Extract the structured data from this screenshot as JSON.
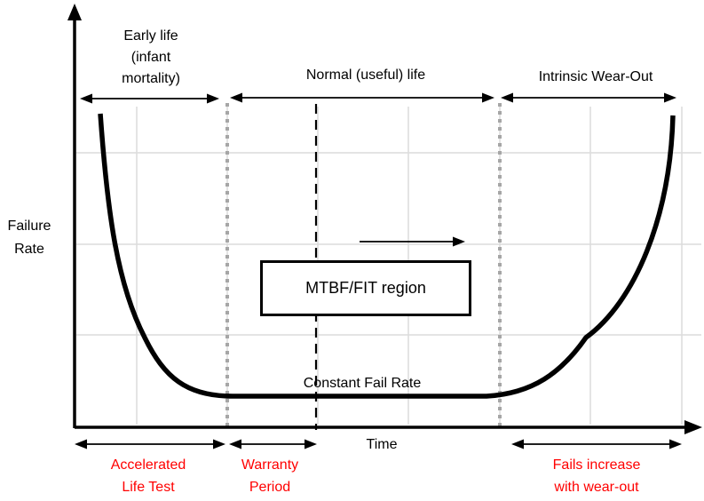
{
  "title": "Bathtub curve failure-rate diagram",
  "colors": {
    "accent_red": "#FF0000",
    "grid": "#DCDCDC",
    "divider_gray": "#A6A6A6",
    "ink": "#000000"
  },
  "axes": {
    "y_label_line1": "Failure",
    "y_label_line2": "Rate",
    "x_label": "Time"
  },
  "top_regions": [
    {
      "name": "early-life",
      "lines": [
        "Early life",
        "(infant",
        "mortality)"
      ]
    },
    {
      "name": "normal-life",
      "lines": [
        "Normal (useful) life"
      ]
    },
    {
      "name": "intrinsic-wear-out",
      "lines": [
        "Intrinsic Wear-Out"
      ]
    }
  ],
  "annotations": {
    "mtbf_box": "MTBF/FIT region",
    "constant_fail": "Constant Fail Rate"
  },
  "bottom_regions": [
    {
      "name": "accelerated-life-test",
      "lines": [
        "Accelerated",
        "Life Test"
      ]
    },
    {
      "name": "warranty-period",
      "lines": [
        "Warranty",
        "Period"
      ]
    },
    {
      "name": "fails-increase-with-wear-out",
      "lines": [
        "Fails increase",
        "with wear-out"
      ]
    }
  ]
}
